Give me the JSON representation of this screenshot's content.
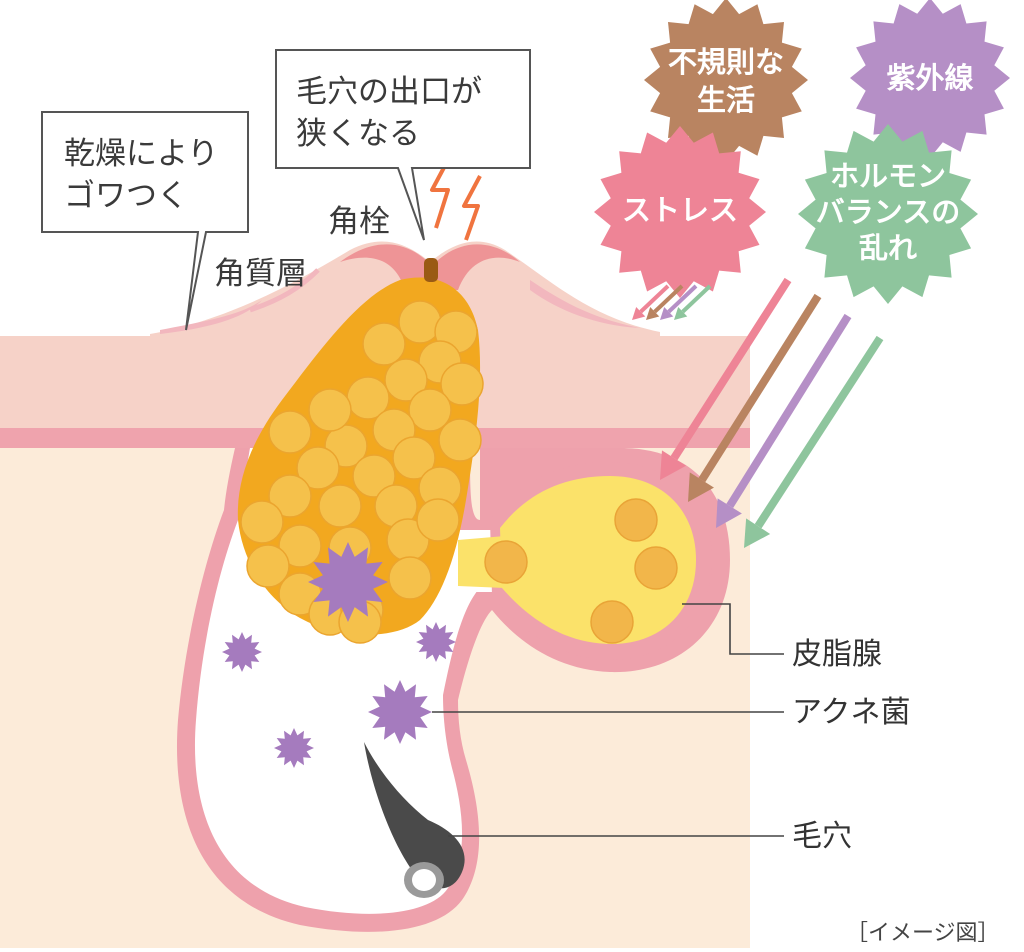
{
  "labels": {
    "kakushitsu": "角質層",
    "kakusen": "角栓",
    "hishisen": "皮脂腺",
    "acne": "アクネ菌",
    "keana": "毛穴",
    "image_note": "［イメージ図］"
  },
  "callouts": {
    "dry": [
      "乾燥により",
      "ゴワつく"
    ],
    "narrow": [
      "毛穴の出口が",
      "狭くなる"
    ]
  },
  "causes": [
    {
      "lines": [
        "不規則な",
        "生活"
      ],
      "color": "#B98461"
    },
    {
      "lines": [
        "紫外線"
      ],
      "color": "#B58FC6"
    },
    {
      "lines": [
        "ストレス"
      ],
      "color": "#EE8496"
    },
    {
      "lines": [
        "ホルモン",
        "バランスの",
        "乱れ"
      ],
      "color": "#8EC59D"
    }
  ],
  "colors": {
    "skin": "#F6D2C8",
    "skin_band": "#EFA3AD",
    "dermis": "#FCEBD9",
    "pore_wall": "#EEA1AC",
    "plug_orange": "#F2A81F",
    "plug_cell": "#F5C14B",
    "gland": "#FBE26A",
    "bacteria": "#A57BBE",
    "spark": "#F0743F"
  }
}
